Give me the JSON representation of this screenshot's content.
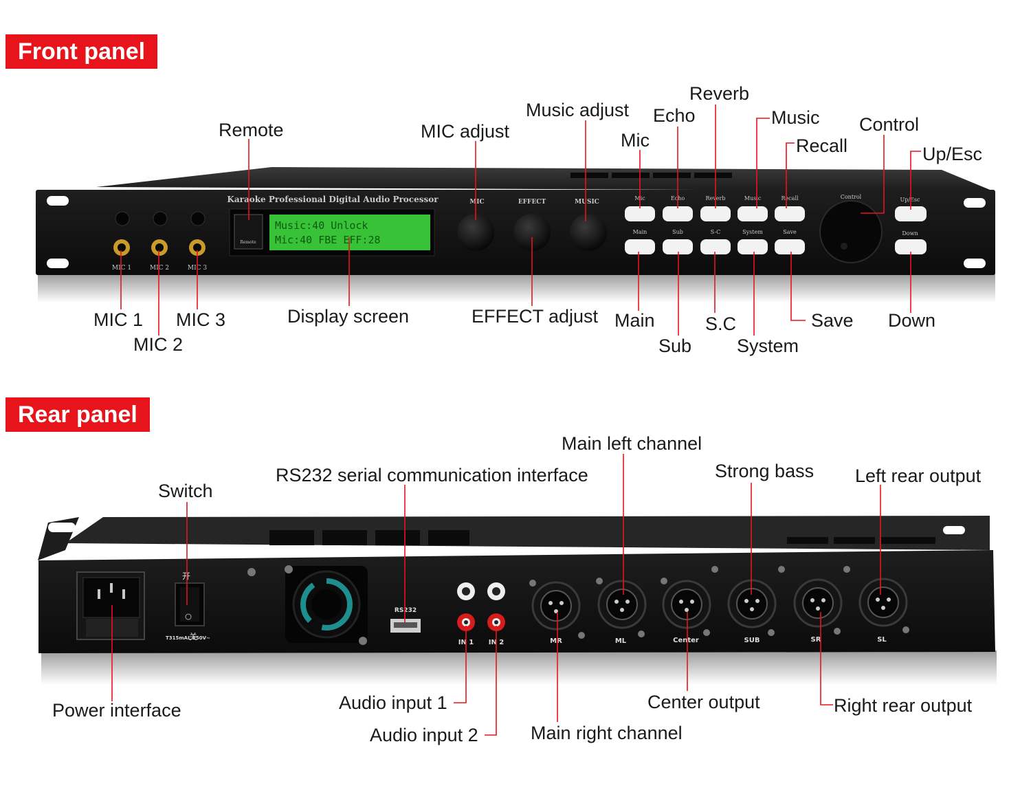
{
  "sections": {
    "front": "Front panel",
    "rear": "Rear panel"
  },
  "front_device": {
    "model_title": "Karaoke Professional Digital Audio Processor",
    "remote_text": "Remote",
    "lcd_lines": [
      "Music:40  Unlock",
      "Mic:40  FBE EFF:28"
    ],
    "knob_labels": [
      "MIC",
      "EFFECT",
      "MUSIC"
    ],
    "top_buttons": [
      "Mic",
      "Echo",
      "Reverb",
      "Music",
      "Recall"
    ],
    "bottom_buttons": [
      "Main",
      "Sub",
      "S-C",
      "System",
      "Save"
    ],
    "control_text": "Control",
    "up_text": "Up/Esc",
    "down_text": "Down",
    "mic_jacks": [
      "MIC 1",
      "MIC 2",
      "MIC 3"
    ]
  },
  "rear_device": {
    "switch_on": "开",
    "switch_off": "关",
    "fuse": "T315mAL 250V~",
    "rs232": "RS232",
    "inputs": [
      "IN 1",
      "IN 2"
    ],
    "xlr": [
      "MR",
      "ML",
      "Center",
      "SUB",
      "SR",
      "SL"
    ]
  },
  "front_callouts": {
    "remote": "Remote",
    "mic_adjust": "MIC adjust",
    "music_adjust": "Music adjust",
    "mic": "Mic",
    "echo": "Echo",
    "reverb": "Reverb",
    "music": "Music",
    "recall": "Recall",
    "control": "Control",
    "up_esc": "Up/Esc",
    "mic1": "MIC 1",
    "mic2": "MIC 2",
    "mic3": "MIC 3",
    "display": "Display screen",
    "effect_adjust": "EFFECT adjust",
    "main": "Main",
    "sub": "Sub",
    "sc": "S.C",
    "system": "System",
    "save": "Save",
    "down": "Down"
  },
  "rear_callouts": {
    "switch": "Switch",
    "rs232": "RS232 serial communication interface",
    "main_left": "Main left channel",
    "strong_bass": "Strong bass",
    "left_rear": "Left rear output",
    "power": "Power interface",
    "audio1": "Audio input 1",
    "audio2": "Audio input 2",
    "main_right": "Main right channel",
    "center": "Center output",
    "right_rear": "Right rear output"
  },
  "colors": {
    "tag": "#e8141b",
    "leader": "#e8141b",
    "chassis": "#111111",
    "lcd": "#38c238"
  }
}
